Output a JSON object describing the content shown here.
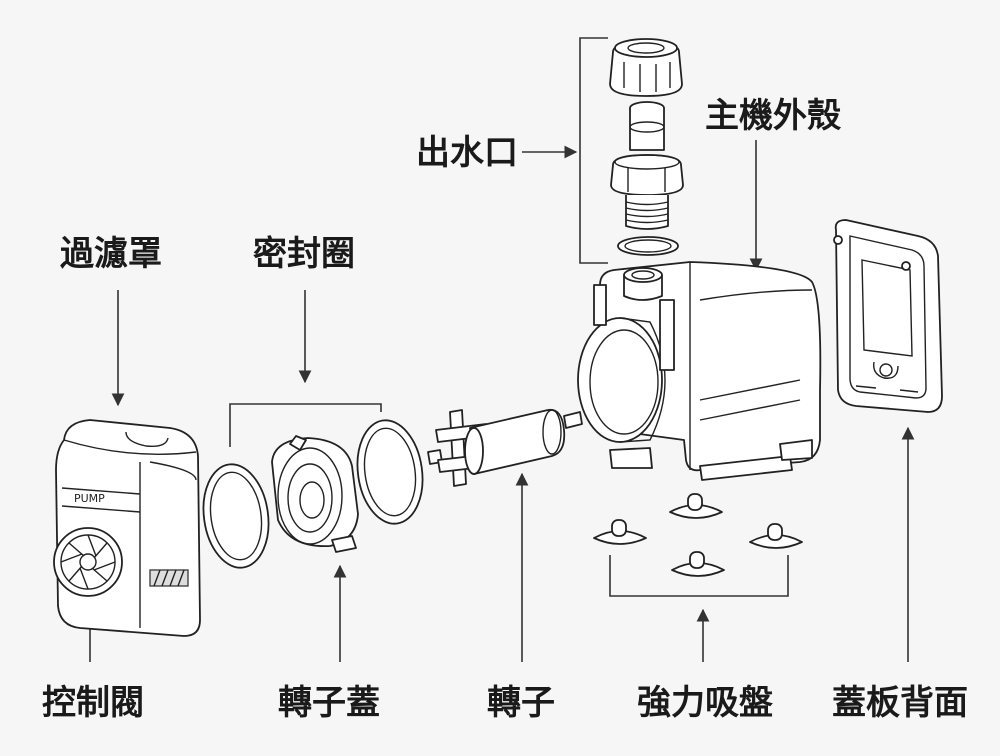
{
  "labels": {
    "outlet": "出水口",
    "main_housing": "主機外殼",
    "filter_cover": "過濾罩",
    "seal_ring": "密封圈",
    "control_valve": "控制閥",
    "rotor_cover": "轉子蓋",
    "rotor": "轉子",
    "suction_cups": "強力吸盤",
    "back_cover_plate": "蓋板背面"
  },
  "filter_cover_text": "PUMP",
  "colors": {
    "background": "#f6f6f6",
    "line": "#222222",
    "label": "#1a1a1a"
  }
}
